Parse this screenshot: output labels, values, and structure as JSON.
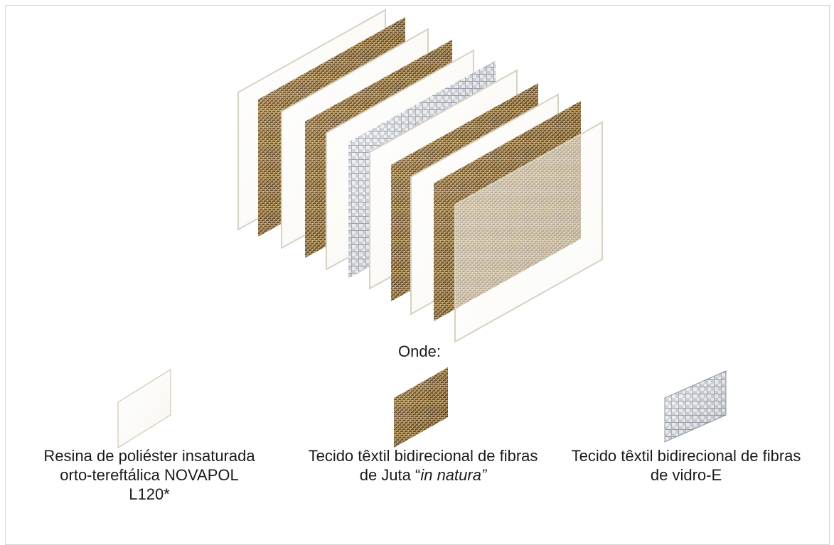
{
  "onde_label": "Onde:",
  "legend": [
    {
      "key": "resin",
      "text": "Resina de poliéster insaturada orto-tereftálica NOVAPOL L120*"
    },
    {
      "key": "jute",
      "text_start": "Tecido têxtil bidirecional de fibras de Juta “",
      "text_italic": "in natura”"
    },
    {
      "key": "glass",
      "text": "Tecido têxtil bidirecional de fibras de vidro-E"
    }
  ],
  "layer_stack": [
    "resin",
    "jute",
    "resin",
    "jute",
    "resin",
    "glass",
    "resin",
    "jute",
    "resin",
    "jute",
    "resin"
  ],
  "colors": {
    "resin_edge": "#d8d2c2",
    "jute_base": "#b08c4f",
    "jute_thread": "#5e4524",
    "glass_base": "#c8ccd2",
    "frame_border": "#d6d6d6"
  }
}
